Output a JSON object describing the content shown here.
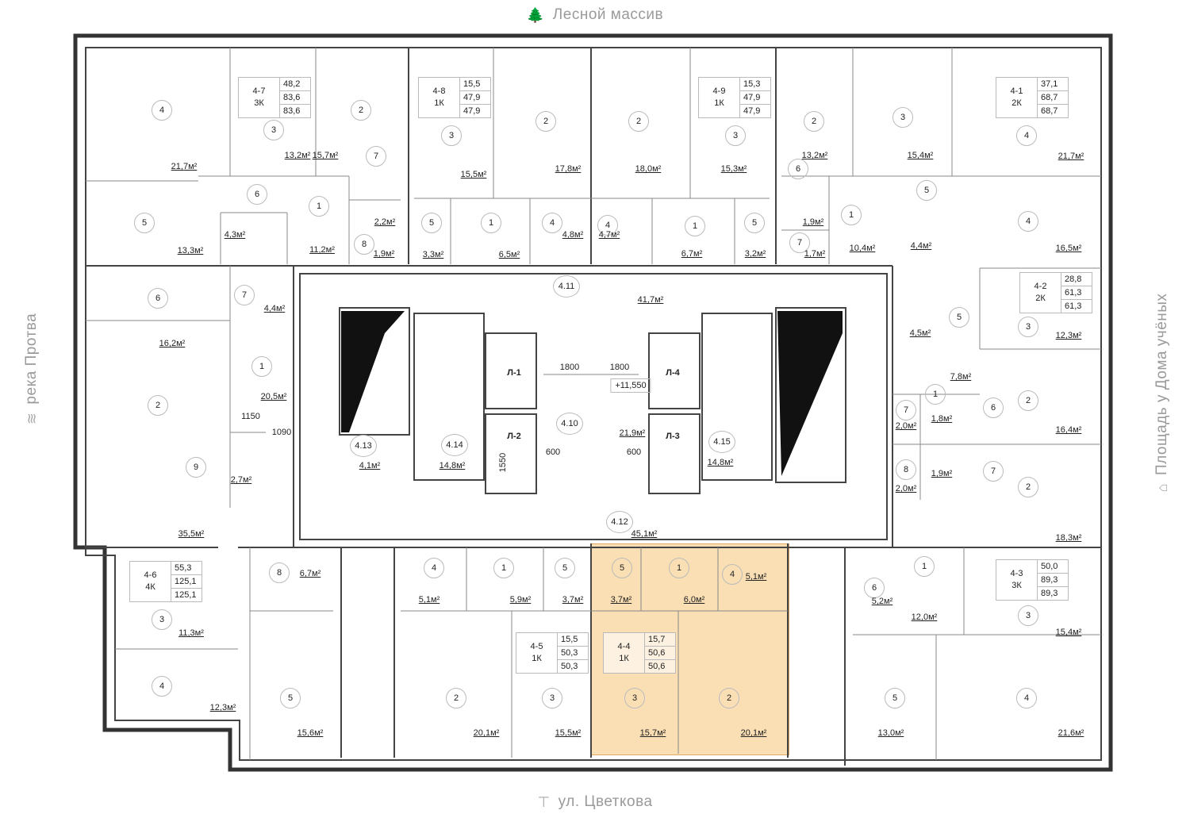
{
  "labels": {
    "top": "Лесной массив",
    "bottom": "ул. Цветкова",
    "left": "река Протва",
    "right": "Площадь у Дома учёных"
  },
  "icons": {
    "top": "forest-icon",
    "bottom": "street-sign-icon",
    "left": "river-icon",
    "right": "building-icon"
  },
  "highlight_color": "#f6c478",
  "apartments": [
    {
      "id": "4-7",
      "type": "3К",
      "living": "48,2",
      "total": "83,6",
      "total2": "83,6",
      "rooms": [
        {
          "n": "4",
          "a": "21,7м²"
        },
        {
          "n": "3",
          "a": "13,2м²"
        },
        {
          "n": "2",
          "a": "15,7м²"
        },
        {
          "n": "7",
          "a": "2,2м²"
        },
        {
          "n": "6",
          "a": "4,3м²"
        },
        {
          "n": "1",
          "a": "11,2м²"
        },
        {
          "n": "8",
          "a": "1,9м²"
        },
        {
          "n": "5",
          "a": "13,3м²"
        }
      ]
    },
    {
      "id": "4-8",
      "type": "1К",
      "living": "15,5",
      "total": "47,9",
      "total2": "47,9",
      "rooms": [
        {
          "n": "3",
          "a": "15,5м²"
        },
        {
          "n": "2",
          "a": "17,8м²"
        },
        {
          "n": "5",
          "a": "3,3м²"
        },
        {
          "n": "1",
          "a": "6,5м²"
        },
        {
          "n": "4",
          "a": "4,8м²"
        }
      ]
    },
    {
      "id": "4-9",
      "type": "1К",
      "living": "15,3",
      "total": "47,9",
      "total2": "47,9",
      "rooms": [
        {
          "n": "2",
          "a": "18,0м²"
        },
        {
          "n": "3",
          "a": "15,3м²"
        },
        {
          "n": "4",
          "a": "4,7м²"
        },
        {
          "n": "1",
          "a": "6,7м²"
        },
        {
          "n": "5",
          "a": "3,2м²"
        }
      ]
    },
    {
      "id": "4-1",
      "type": "2К",
      "living": "37,1",
      "total": "68,7",
      "total2": "68,7",
      "rooms": [
        {
          "n": "2",
          "a": "13,2м²"
        },
        {
          "n": "3",
          "a": "15,4м²"
        },
        {
          "n": "4",
          "a": "21,7м²"
        },
        {
          "n": "6",
          "a": "1,9м²"
        },
        {
          "n": "7",
          "a": "1,7м²"
        },
        {
          "n": "1",
          "a": "10,4м²"
        },
        {
          "n": "5",
          "a": "4,4м²"
        }
      ]
    },
    {
      "id": "4-2",
      "type": "2К",
      "living": "28,8",
      "total": "61,3",
      "total2": "61,3",
      "rooms": [
        {
          "n": "4",
          "a": "16,5м²"
        },
        {
          "n": "3",
          "a": "12,3м²"
        },
        {
          "n": "5",
          "a": "4,5м²"
        },
        {
          "n": "7",
          "a": "2,0м²"
        },
        {
          "n": "6",
          "a": "1,8м²"
        },
        {
          "n": "2",
          "a": "16,4м²"
        },
        {
          "n": "1",
          "a": "7,8м²"
        }
      ]
    },
    {
      "id": "4-3",
      "type": "3К",
      "living": "50,0",
      "total": "89,3",
      "total2": "89,3",
      "rooms": [
        {
          "n": "8",
          "a": "2,0м²"
        },
        {
          "n": "7",
          "a": "1,9м²"
        },
        {
          "n": "2",
          "a": "18,3м²"
        },
        {
          "n": "1",
          "a": "12,0м²"
        },
        {
          "n": "6",
          "a": "5,2м²"
        },
        {
          "n": "3",
          "a": "15,4м²"
        },
        {
          "n": "5",
          "a": "13,0м²"
        },
        {
          "n": "4",
          "a": "21,6м²"
        }
      ]
    },
    {
      "id": "4-6",
      "type": "4К",
      "living": "55,3",
      "total": "125,1",
      "total2": "125,1",
      "rooms": [
        {
          "n": "6",
          "a": "16,2м²"
        },
        {
          "n": "7",
          "a": "4,4м²"
        },
        {
          "n": "1",
          "a": "20,5м²"
        },
        {
          "n": "2",
          "a": "35,5м²"
        },
        {
          "n": "9",
          "a": "2,7м²"
        },
        {
          "n": "3",
          "a": "11,3м²"
        },
        {
          "n": "4",
          "a": "12,3м²"
        },
        {
          "n": "8",
          "a": "6,7м²"
        },
        {
          "n": "5",
          "a": "15,6м²"
        }
      ]
    },
    {
      "id": "4-5",
      "type": "1К",
      "living": "15,5",
      "total": "50,3",
      "total2": "50,3",
      "rooms": [
        {
          "n": "4",
          "a": "5,1м²"
        },
        {
          "n": "1",
          "a": "5,9м²"
        },
        {
          "n": "5",
          "a": "3,7м²"
        },
        {
          "n": "2",
          "a": "20,1м²"
        },
        {
          "n": "3",
          "a": "15,5м²"
        }
      ]
    },
    {
      "id": "4-4",
      "type": "1К",
      "living": "15,7",
      "total": "50,6",
      "total2": "50,6",
      "rooms": [
        {
          "n": "5",
          "a": "3,7м²"
        },
        {
          "n": "1",
          "a": "6,0м²"
        },
        {
          "n": "4",
          "a": "5,1м²"
        },
        {
          "n": "3",
          "a": "15,7м²"
        },
        {
          "n": "2",
          "a": "20,1м²"
        }
      ]
    }
  ],
  "common": [
    {
      "n": "4.11",
      "a": "41,7м²"
    },
    {
      "n": "4.10",
      "a": "21,9м²"
    },
    {
      "n": "4.12",
      "a": "45,1м²"
    },
    {
      "n": "4.13",
      "a": "4,1м²"
    },
    {
      "n": "4.14",
      "a": "14,8м²"
    },
    {
      "n": "4.15",
      "a": "14,8м²"
    }
  ],
  "lifts": [
    "Л-1",
    "Л-2",
    "Л-3",
    "Л-4"
  ],
  "dimensions": [
    "1800",
    "1800",
    "600",
    "600",
    "1550",
    "1150",
    "1090"
  ],
  "elevation": "+11,550"
}
